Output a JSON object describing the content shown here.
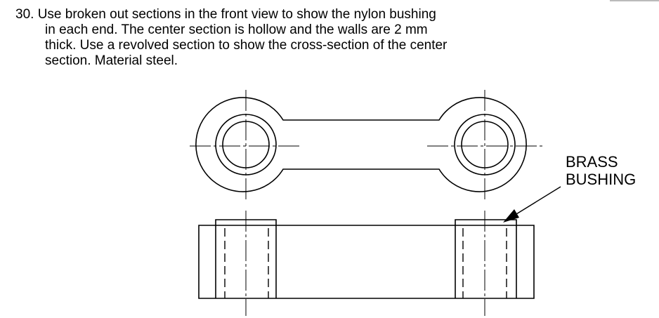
{
  "problem": {
    "number_and_first_line": "30. Use broken out sections in the front view to show the nylon bushing",
    "line2": "in each end. The center section is hollow and the walls are 2 mm",
    "line3": "thick. Use a revolved section to show the cross-section of the center",
    "line4": "section. Material steel."
  },
  "callout": {
    "line1": "BRASS",
    "line2": "BUSHING"
  },
  "colors": {
    "ink": "#000000",
    "background": "#ffffff"
  }
}
